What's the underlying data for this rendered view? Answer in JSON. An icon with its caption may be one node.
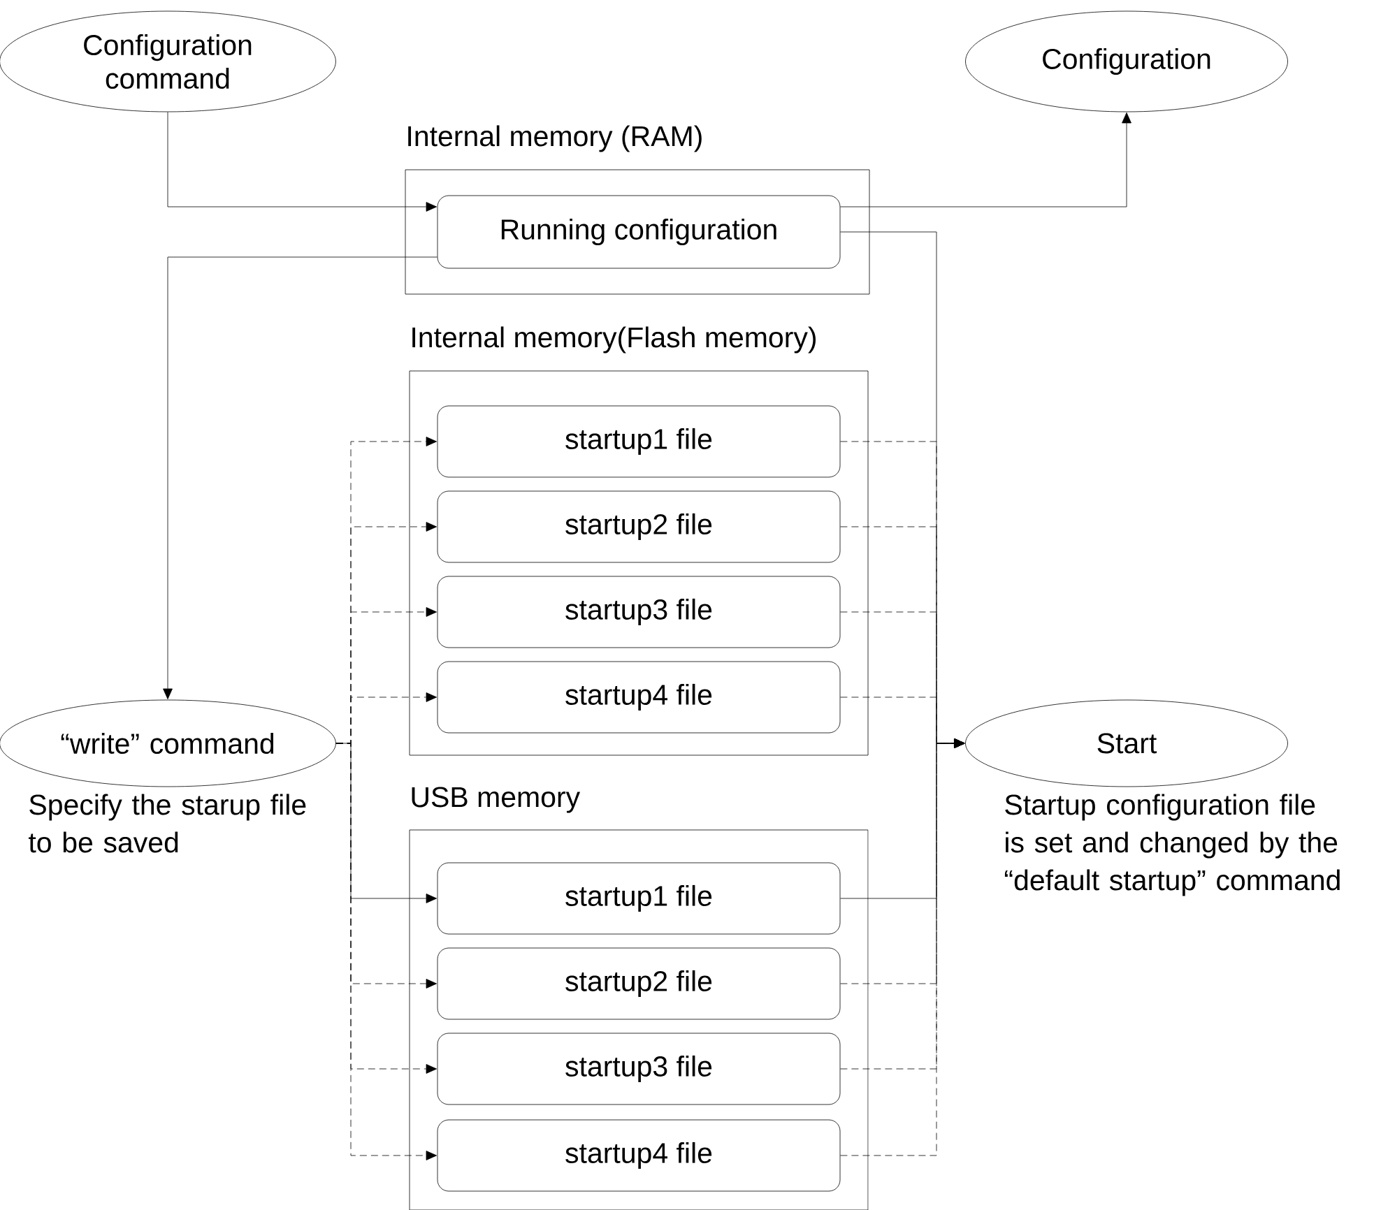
{
  "diagram": {
    "nodes": [
      {
        "text": [
          "Configuration command"
        ]
      },
      {
        "text": [
          "Configuration"
        ]
      },
      {
        "text": [
          "Internal memory (RAM)"
        ]
      },
      {
        "text": [
          "Running configuration"
        ],
        "in": 2
      },
      {
        "text": [
          "Internal memory(Flash memory)"
        ]
      },
      {
        "text": [
          "startup1 file"
        ],
        "in": 4
      },
      {
        "text": [
          "startup2 file"
        ],
        "in": 4
      },
      {
        "text": [
          "startup3 file"
        ],
        "in": 4
      },
      {
        "text": [
          "startup4 file"
        ],
        "in": 4
      },
      {
        "text": [
          "“write” command"
        ],
        "beside": [
          "Specify the starup file to be saved"
        ]
      },
      {
        "text": [
          "Start"
        ],
        "beside": [
          "Startup configuration file is set and changed by the “default startup” command"
        ]
      },
      {
        "text": [
          "USB memory"
        ]
      },
      {
        "text": [
          "startup1 file"
        ],
        "in": 11
      },
      {
        "text": [
          "startup2 file"
        ],
        "in": 11
      },
      {
        "text": [
          "startup3 file"
        ],
        "in": 11
      },
      {
        "text": [
          "startup4 file"
        ],
        "in": 11
      }
    ],
    "edges": [
      {
        "from": 0,
        "to": 3,
        "arrow": "to"
      },
      {
        "from": 3,
        "to": 1,
        "arrow": "to"
      },
      {
        "from": 3,
        "to": 9,
        "arrow": "to"
      },
      {
        "from": 3,
        "to": 10,
        "arrow": "to"
      },
      {
        "from": 9,
        "to": 5,
        "arrow": "to",
        "style": "dashed"
      },
      {
        "from": 9,
        "to": 6,
        "arrow": "to",
        "style": "dashed"
      },
      {
        "from": 9,
        "to": 7,
        "arrow": "to",
        "style": "dashed"
      },
      {
        "from": 9,
        "to": 8,
        "arrow": "to",
        "style": "dashed"
      },
      {
        "from": 9,
        "to": 12,
        "arrow": "to"
      },
      {
        "from": 9,
        "to": 13,
        "arrow": "to",
        "style": "dashed"
      },
      {
        "from": 9,
        "to": 14,
        "arrow": "to",
        "style": "dashed"
      },
      {
        "from": 9,
        "to": 15,
        "arrow": "to",
        "style": "dashed"
      },
      {
        "from": 5,
        "to": 10,
        "arrow": "to",
        "style": "dashed"
      },
      {
        "from": 6,
        "to": 10,
        "arrow": "to",
        "style": "dashed"
      },
      {
        "from": 7,
        "to": 10,
        "arrow": "to",
        "style": "dashed"
      },
      {
        "from": 8,
        "to": 10,
        "arrow": "to",
        "style": "dashed"
      },
      {
        "from": 12,
        "to": 10,
        "arrow": "to"
      },
      {
        "from": 13,
        "to": 10,
        "arrow": "to",
        "style": "dashed"
      },
      {
        "from": 14,
        "to": 10,
        "arrow": "to",
        "style": "dashed"
      },
      {
        "from": 15,
        "to": 10,
        "arrow": "to",
        "style": "dashed"
      }
    ]
  }
}
